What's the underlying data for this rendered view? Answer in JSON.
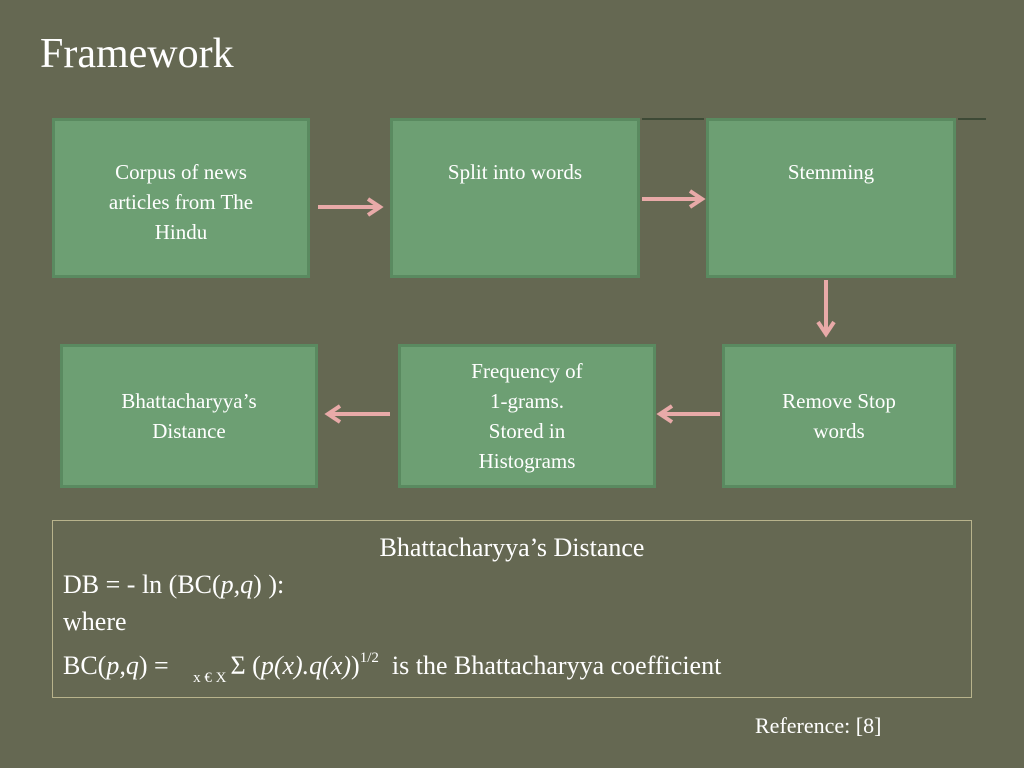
{
  "slide": {
    "title": "Framework",
    "reference": "Reference: [8]"
  },
  "boxes": {
    "corpus": "Corpus of news\narticles from The\nHindu",
    "split": "Split into words",
    "stemming": "Stemming",
    "stopwords": "Remove Stop\nwords",
    "frequency": "Frequency of\n1-grams.\nStored in\nHistograms",
    "distance": "Bhattacharyya’s\nDistance"
  },
  "formula": {
    "heading": "Bhattacharyya’s Distance",
    "db_prefix": "DB = - ln (BC(",
    "pq": "p,q",
    "db_suffix": ") ):",
    "where": "where",
    "bc_prefix": "BC(",
    "bc_mid": ") = ",
    "subscript": "x € X",
    "sigma": "Σ (",
    "term": "p(x).q(x)",
    "close": ")",
    "exponent": "1/2",
    "tail": "  is the Bhattacharyya coefficient"
  },
  "colors": {
    "background": "#656852",
    "box_fill": "#6d9f73",
    "arrow": "#e8aaa8"
  }
}
